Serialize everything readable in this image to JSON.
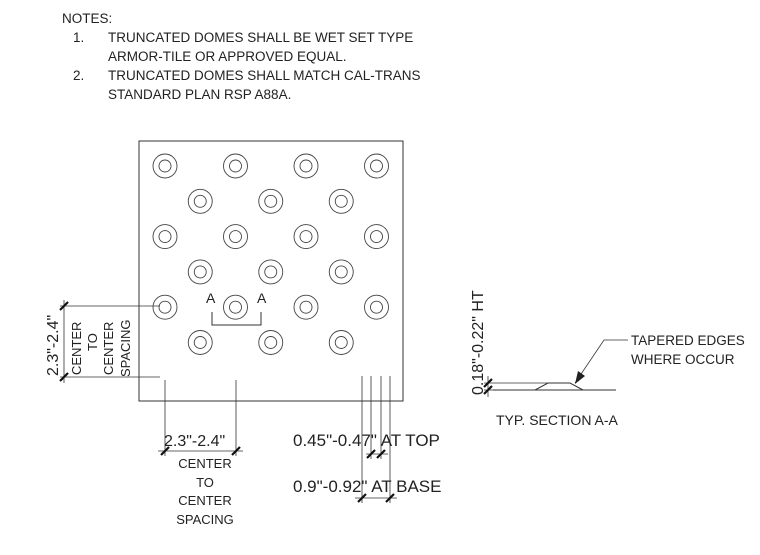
{
  "notes": {
    "heading": "NOTES:",
    "items": [
      {
        "num": "1.",
        "line1": "TRUNCATED DOMES SHALL BE WET SET TYPE",
        "line2": "ARMOR-TILE OR APPROVED EQUAL."
      },
      {
        "num": "2.",
        "line1": "TRUNCATED DOMES SHALL MATCH CAL-TRANS",
        "line2": "STANDARD PLAN RSP A88A."
      }
    ]
  },
  "tile": {
    "section_marker": "A",
    "dome_rows": 6,
    "odd_row_domes": 4,
    "even_row_domes": 3
  },
  "vertical_spacing": {
    "dimension": "2.3\"-2.4\"",
    "label_lines": [
      "CENTER",
      "TO",
      "CENTER",
      "SPACING"
    ]
  },
  "horizontal_spacing": {
    "dimension": "2.3\"-2.4\"",
    "label_lines": [
      "CENTER",
      "TO",
      "CENTER",
      "SPACING"
    ]
  },
  "dome_top": "0.45\"-0.47\" AT TOP",
  "dome_base": "0.9\"-0.92\" AT BASE",
  "section": {
    "height": "0.18\"-0.22\" HT",
    "callout_line1": "TAPERED EDGES",
    "callout_line2": "WHERE OCCUR",
    "title": "TYP. SECTION A-A"
  }
}
